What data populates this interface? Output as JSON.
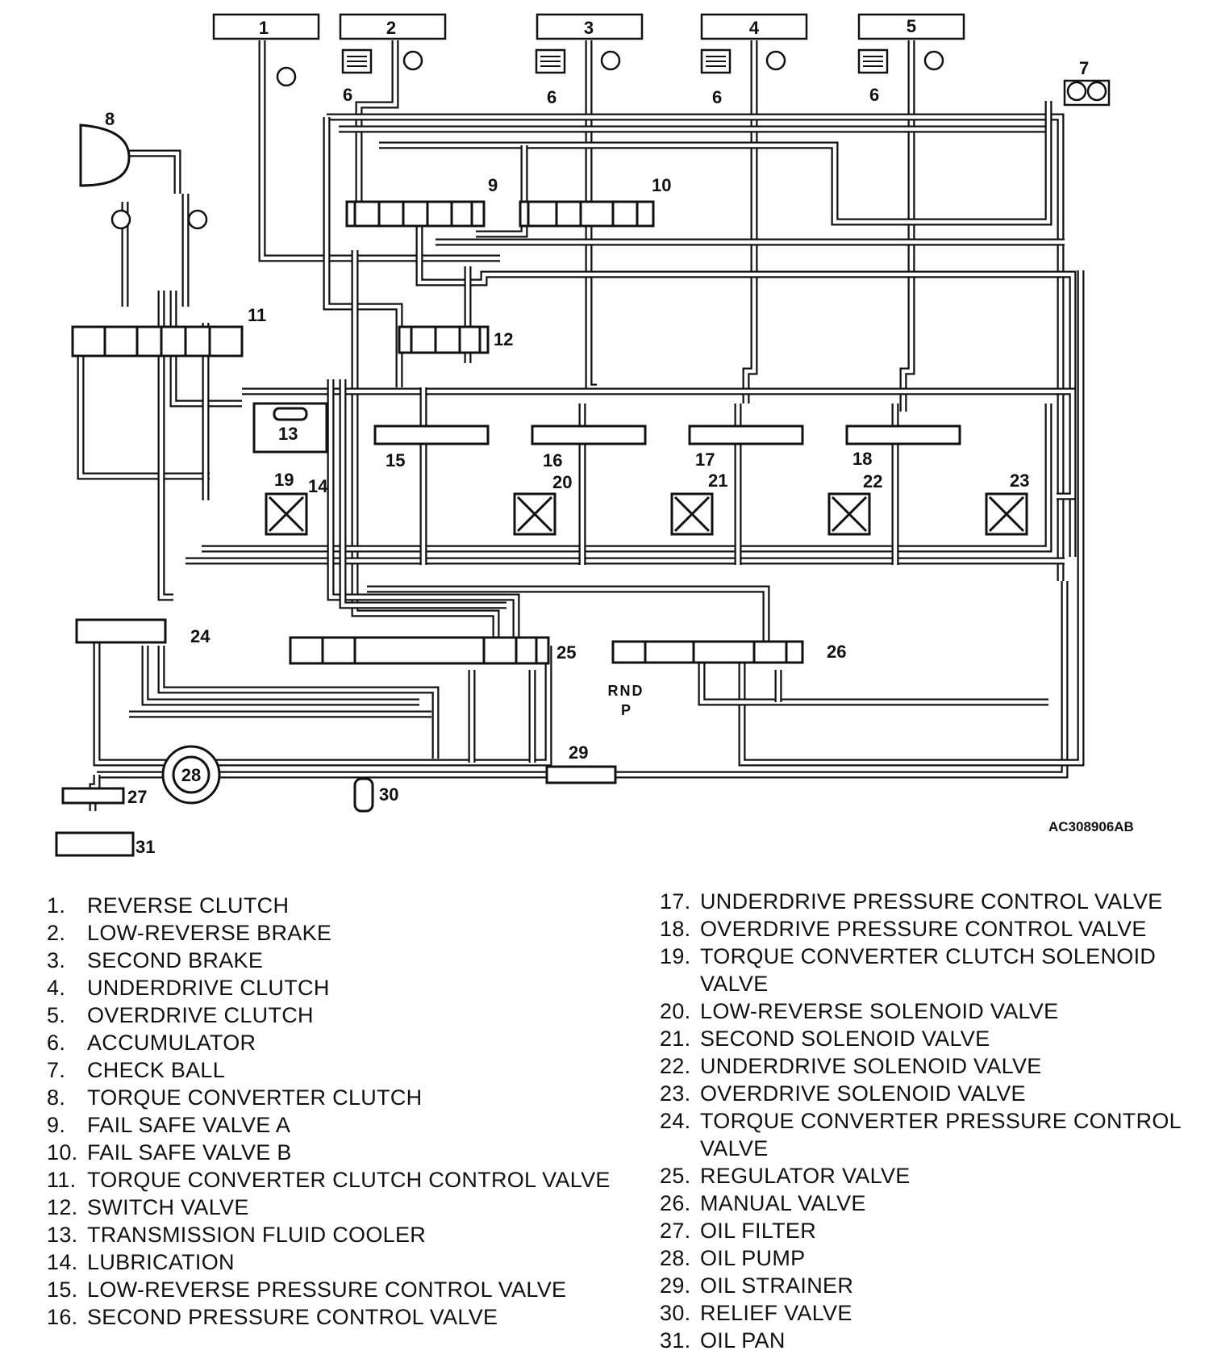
{
  "figure_code": "AC308906AB",
  "callouts": [
    "1",
    "2",
    "3",
    "4",
    "5",
    "6",
    "7",
    "8",
    "9",
    "10",
    "11",
    "12",
    "13",
    "14",
    "15",
    "16",
    "17",
    "18",
    "19",
    "20",
    "21",
    "22",
    "23",
    "24",
    "25",
    "26",
    "27",
    "28",
    "29",
    "30",
    "31"
  ],
  "manual_positions": {
    "line1": "RND",
    "line2": "P"
  },
  "legend_left": [
    {
      "num": "1.",
      "label": "REVERSE CLUTCH"
    },
    {
      "num": "2.",
      "label": "LOW-REVERSE BRAKE"
    },
    {
      "num": "3.",
      "label": "SECOND BRAKE"
    },
    {
      "num": "4.",
      "label": "UNDERDRIVE CLUTCH"
    },
    {
      "num": "5.",
      "label": "OVERDRIVE CLUTCH"
    },
    {
      "num": "6.",
      "label": "ACCUMULATOR"
    },
    {
      "num": "7.",
      "label": "CHECK BALL"
    },
    {
      "num": "8.",
      "label": "TORQUE CONVERTER CLUTCH"
    },
    {
      "num": "9.",
      "label": "FAIL SAFE VALVE A"
    },
    {
      "num": "10.",
      "label": "FAIL SAFE VALVE B"
    },
    {
      "num": "11.",
      "label": "TORQUE CONVERTER CLUTCH CONTROL VALVE"
    },
    {
      "num": "12.",
      "label": "SWITCH VALVE"
    },
    {
      "num": "13.",
      "label": "TRANSMISSION FLUID COOLER"
    },
    {
      "num": "14.",
      "label": "LUBRICATION"
    },
    {
      "num": "15.",
      "label": "LOW-REVERSE PRESSURE CONTROL VALVE"
    },
    {
      "num": "16.",
      "label": "SECOND PRESSURE CONTROL VALVE"
    }
  ],
  "legend_right": [
    {
      "num": "17.",
      "label": "UNDERDRIVE PRESSURE CONTROL VALVE"
    },
    {
      "num": "18.",
      "label": "OVERDRIVE PRESSURE CONTROL VALVE"
    },
    {
      "num": "19.",
      "label": "TORQUE CONVERTER CLUTCH SOLENOID VALVE"
    },
    {
      "num": "20.",
      "label": "LOW-REVERSE SOLENOID VALVE"
    },
    {
      "num": "21.",
      "label": "SECOND SOLENOID VALVE"
    },
    {
      "num": "22.",
      "label": "UNDERDRIVE SOLENOID VALVE"
    },
    {
      "num": "23.",
      "label": "OVERDRIVE SOLENOID VALVE"
    },
    {
      "num": "24.",
      "label": "TORQUE CONVERTER PRESSURE CONTROL VALVE"
    },
    {
      "num": "25.",
      "label": "REGULATOR VALVE"
    },
    {
      "num": "26.",
      "label": "MANUAL VALVE"
    },
    {
      "num": "27.",
      "label": "OIL FILTER"
    },
    {
      "num": "28.",
      "label": "OIL PUMP"
    },
    {
      "num": "29.",
      "label": "OIL STRAINER"
    },
    {
      "num": "30.",
      "label": "RELIEF VALVE"
    },
    {
      "num": "31.",
      "label": "OIL PAN"
    }
  ]
}
